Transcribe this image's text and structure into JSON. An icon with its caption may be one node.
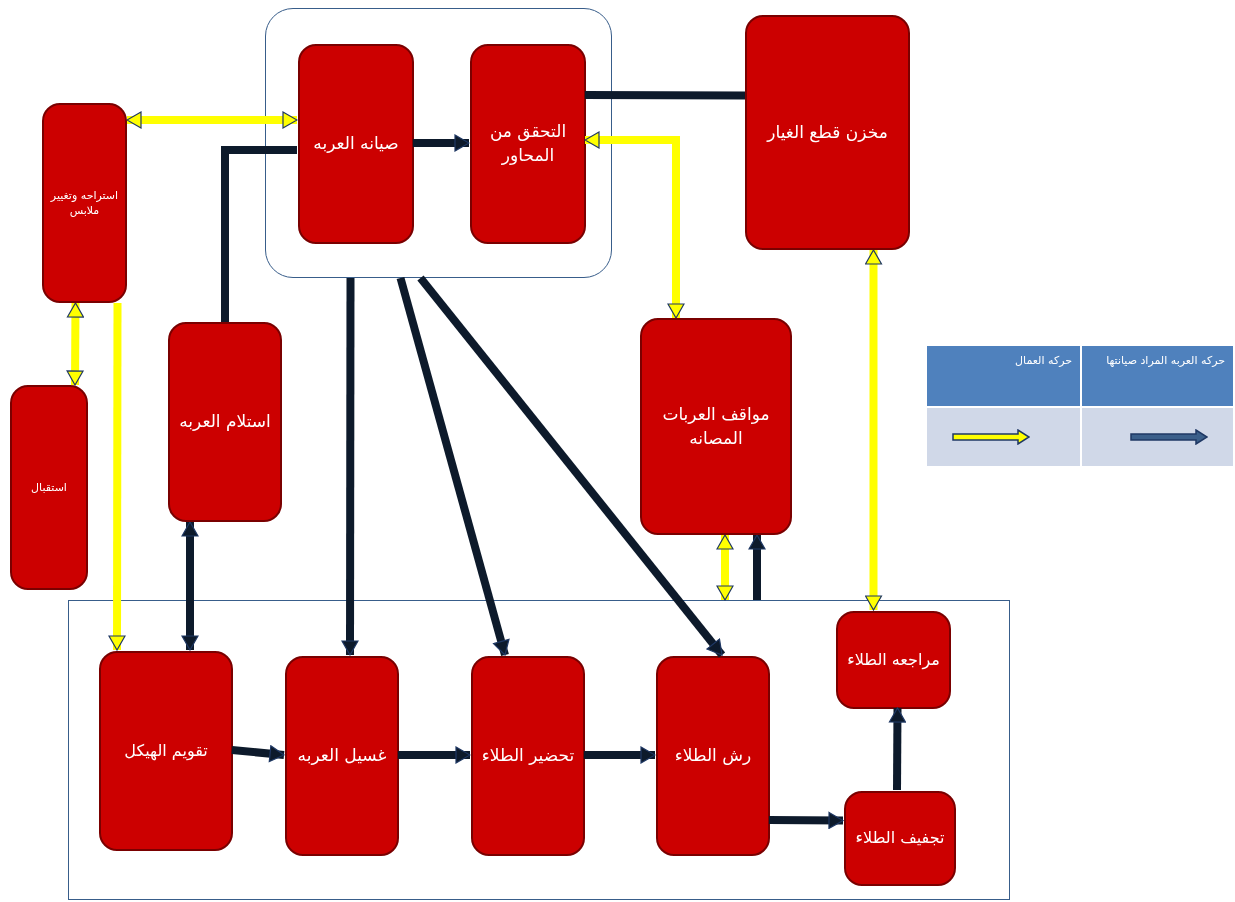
{
  "diagram": {
    "nodes": [
      {
        "text": [],
        "shape": "box"
      },
      {
        "text": [
          "صيانه العربه"
        ],
        "in": 0
      },
      {
        "text": [
          "التحقق من المحاور"
        ],
        "in": 0
      },
      {
        "text": [
          "مخزن قطع الغيار"
        ]
      },
      {
        "text": [
          "استراحه وتغيير ملابس"
        ]
      },
      {
        "text": [
          "استقبال"
        ]
      },
      {
        "text": [
          "استلام العربه"
        ]
      },
      {
        "text": [
          "مواقف العربات المصانه"
        ]
      },
      {
        "text": [],
        "shape": "box"
      },
      {
        "text": [
          "تقويم الهيكل"
        ],
        "in": 8
      },
      {
        "text": [
          "غسيل العربه"
        ],
        "in": 8
      },
      {
        "text": [
          "تحضير الطلاء"
        ],
        "in": 8
      },
      {
        "text": [
          "رش الطلاء"
        ],
        "in": 8
      },
      {
        "text": [
          "تجفيف الطلاء"
        ],
        "in": 8
      },
      {
        "text": [
          "مراجعه الطلاء"
        ],
        "in": 8
      }
    ],
    "edges": [
      {
        "from": 4,
        "to": 1,
        "arrow": "both",
        "color": "#ffff00"
      },
      {
        "from": 6,
        "to": 1,
        "arrow": "none"
      },
      {
        "from": 1,
        "to": 2,
        "arrow": "to"
      },
      {
        "from": 2,
        "to": 3,
        "arrow": "none"
      },
      {
        "from": 2,
        "to": 7,
        "arrow": "both",
        "color": "#ffff00"
      },
      {
        "from": 4,
        "to": 9,
        "arrow": "to",
        "color": "#ffff00"
      },
      {
        "from": 5,
        "to": 4,
        "arrow": "both",
        "color": "#ffff00"
      },
      {
        "from": 9,
        "to": 6,
        "arrow": "both"
      },
      {
        "from": 0,
        "to": 10,
        "arrow": "to"
      },
      {
        "from": 0,
        "to": 11,
        "arrow": "to"
      },
      {
        "from": 0,
        "to": 12,
        "arrow": "to"
      },
      {
        "from": 9,
        "to": 10,
        "arrow": "to"
      },
      {
        "from": 10,
        "to": 11,
        "arrow": "to"
      },
      {
        "from": 11,
        "to": 12,
        "arrow": "to"
      },
      {
        "from": 12,
        "to": 13,
        "arrow": "to"
      },
      {
        "from": 13,
        "to": 14,
        "arrow": "to"
      },
      {
        "from": 8,
        "to": 7,
        "arrow": "both",
        "color": "#ffff00"
      },
      {
        "from": 8,
        "to": 7,
        "arrow": "to"
      },
      {
        "from": 14,
        "to": 3,
        "arrow": "both",
        "color": "#ffff00"
      }
    ],
    "legend": [
      {
        "text": "حركه العربه المراد صيانتها"
      },
      {
        "text": "حركه العمال"
      }
    ]
  }
}
